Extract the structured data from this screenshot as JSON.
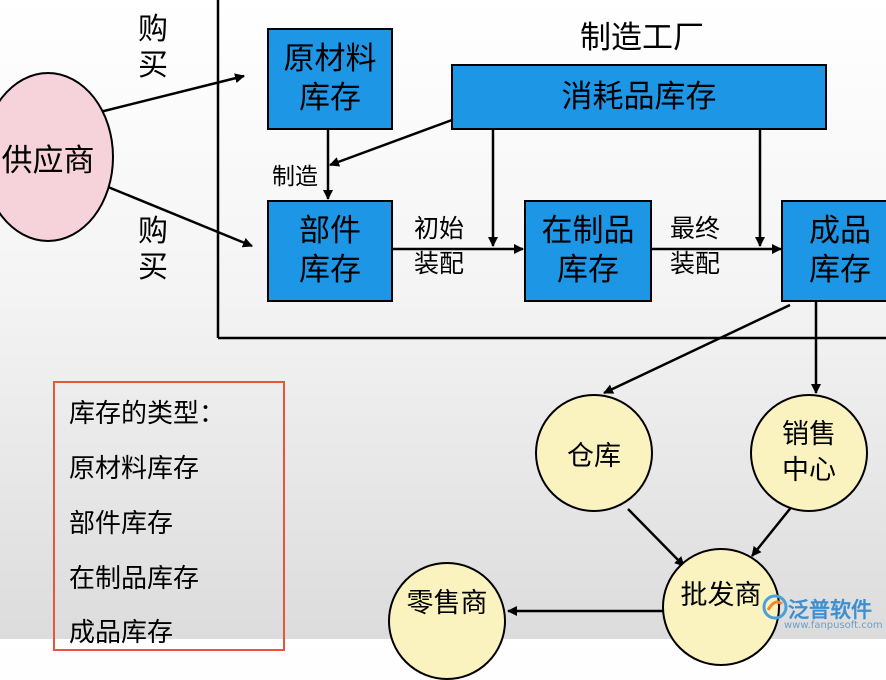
{
  "diagram": {
    "factory_label": "制造工厂",
    "supplier": "供应商",
    "buy_top": "购\n买",
    "buy_bottom": "购\n买",
    "raw_material_stock": "原材料\n库存",
    "consumables_stock": "消耗品库存",
    "manufacture_label": "制造",
    "parts_stock": "部件\n库存",
    "initial_assembly": "初始\n装配",
    "wip_stock": "在制品\n库存",
    "final_assembly": "最终\n装配",
    "finished_goods_stock": "成品\n库存",
    "warehouse": "仓库",
    "sales_center": "销售\n中心",
    "wholesaler": "批发商",
    "retailer": "零售商"
  },
  "legend": {
    "title": "库存的类型：",
    "items": [
      "原材料库存",
      "部件库存",
      "在制品库存",
      "成品库存"
    ]
  },
  "watermark": {
    "brand": "泛普软件",
    "url": "www.fanpusoft.com"
  }
}
